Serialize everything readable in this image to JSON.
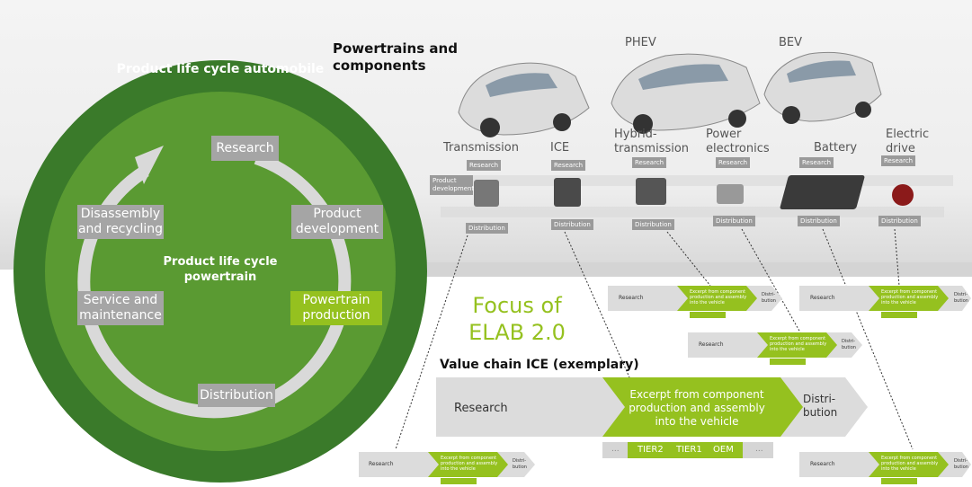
{
  "lifecycle": {
    "outer_title": "Product life cycle automobile",
    "inner_title": "Product life cycle powertrain",
    "stages": {
      "research": "Research",
      "product_development": "Product development",
      "powertrain_production": "Powertrain production",
      "distribution": "Distribution",
      "service_maintenance": "Service and maintenance",
      "disassembly_recycling": "Disassembly and recycling"
    }
  },
  "powertrains": {
    "heading": "Powertrains and components",
    "cars": {
      "phev": "PHEV",
      "bev": "BEV"
    },
    "components": {
      "transmission": "Transmission",
      "ice": "ICE",
      "hybrid": "Hybrid-transmission",
      "power_electronics": "Power electronics",
      "battery": "Battery",
      "electric_drive": "Electric drive"
    },
    "chips": {
      "research": "Research",
      "distribution": "Distribution",
      "product_development": "Product development"
    }
  },
  "focus": {
    "line1": "Focus of",
    "line2": "ELAB 2.0"
  },
  "value_chain": {
    "title": "Value chain ICE (exemplary)",
    "research": "Research",
    "excerpt": "Excerpt from component production and assembly into the vehicle",
    "distribution": "Distri- bution",
    "tiers": {
      "tier2": "TIER2",
      "tier1": "TIER1",
      "oem": "OEM",
      "ellipsis": "..."
    }
  },
  "colors": {
    "dark_green": "#3a7a2a",
    "mid_green": "#5a9a32",
    "lime": "#95c11f",
    "grey": "#a5a5a5"
  }
}
